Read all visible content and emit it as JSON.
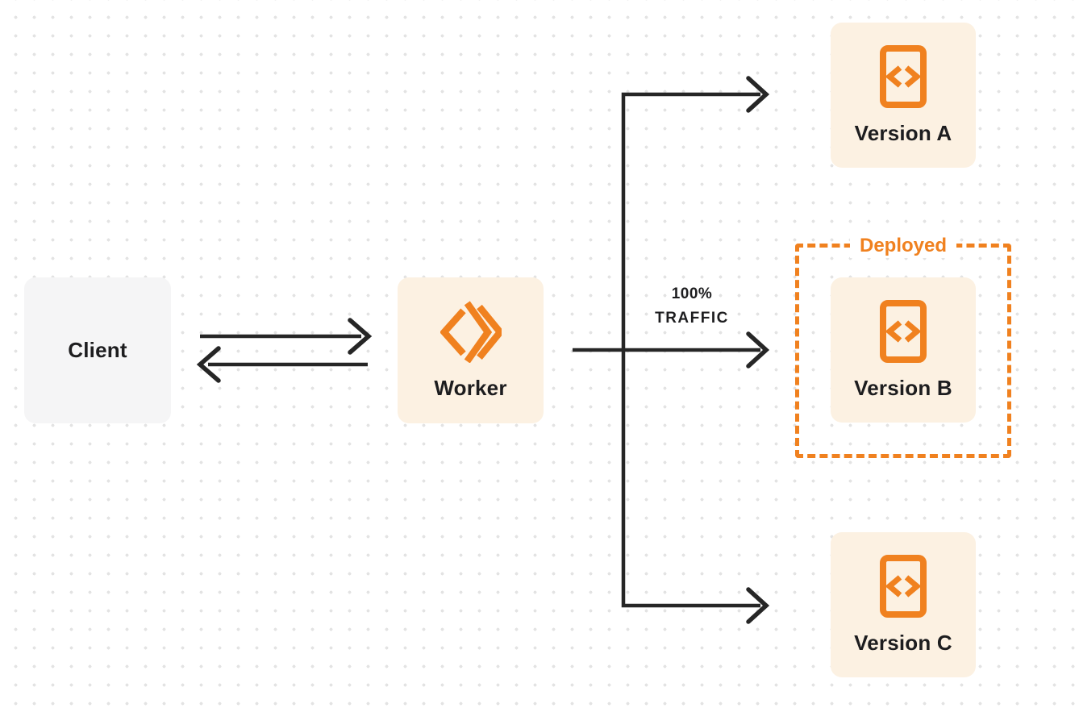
{
  "diagram": {
    "nodes": {
      "client": {
        "label": "Client"
      },
      "worker": {
        "label": "Worker",
        "icon": "cloudflare-workers-chevron-icon"
      },
      "version_a": {
        "label": "Version A",
        "icon": "code-file-icon"
      },
      "version_b": {
        "label": "Version B",
        "icon": "code-file-icon"
      },
      "version_c": {
        "label": "Version C",
        "icon": "code-file-icon"
      }
    },
    "deployed_group": {
      "label": "Deployed"
    },
    "traffic_label": {
      "line1": "100%",
      "line2": "TRAFFIC"
    },
    "colors": {
      "accent_orange": "#F0811F",
      "node_cream": "#FCF1E2",
      "client_gray": "#F5F5F6",
      "line_dark": "#262626",
      "text_dark": "#1D1D1F",
      "dot_gray": "#E3E3E3",
      "canvas_bg": "#FFFFFF"
    }
  }
}
